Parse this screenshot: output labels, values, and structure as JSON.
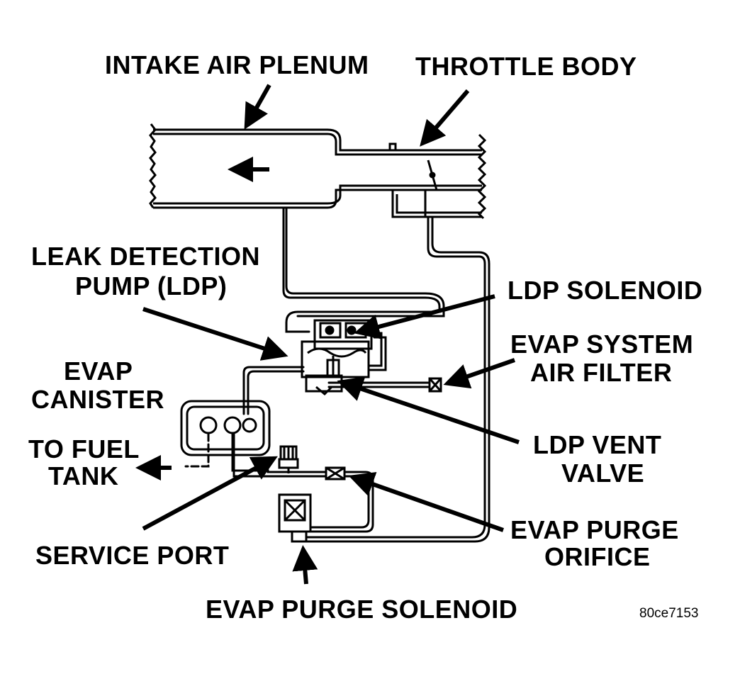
{
  "labels": {
    "intake_air_plenum": "INTAKE AIR PLENUM",
    "throttle_body": "THROTTLE BODY",
    "leak_detection_pump_line1": "LEAK DETECTION",
    "leak_detection_pump_line2": "PUMP (LDP)",
    "ldp_solenoid": "LDP SOLENOID",
    "evap_canister_line1": "EVAP",
    "evap_canister_line2": "CANISTER",
    "evap_system_air_filter_line1": "EVAP SYSTEM",
    "evap_system_air_filter_line2": "AIR FILTER",
    "to_fuel_tank_line1": "TO FUEL",
    "to_fuel_tank_line2": "TANK",
    "ldp_vent_valve_line1": "LDP VENT",
    "ldp_vent_valve_line2": "VALVE",
    "service_port": "SERVICE PORT",
    "evap_purge_orifice_line1": "EVAP PURGE",
    "evap_purge_orifice_line2": "ORIFICE",
    "evap_purge_solenoid": "EVAP PURGE SOLENOID"
  },
  "figure_code": "80ce7153",
  "colors": {
    "ink": "#000000",
    "paper": "#ffffff"
  }
}
